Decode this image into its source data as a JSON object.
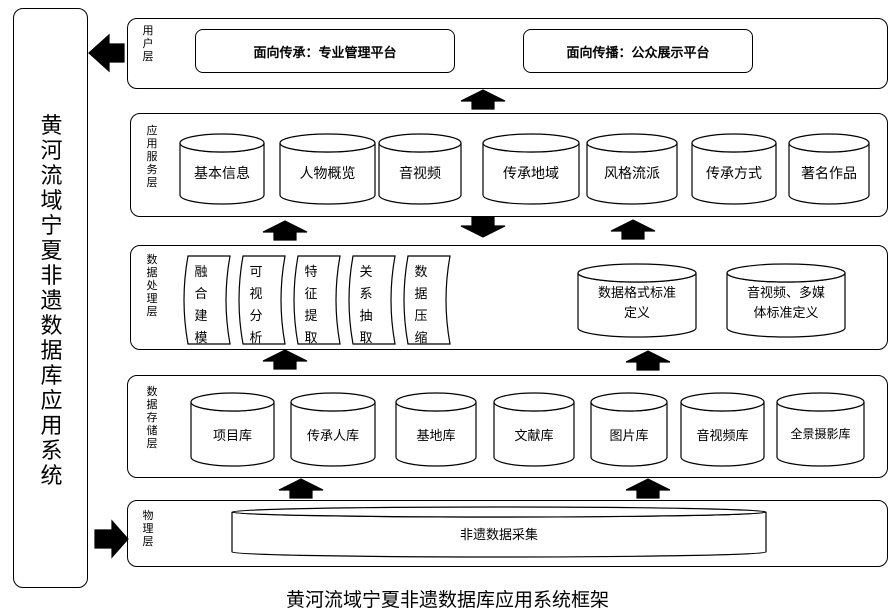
{
  "side_title": [
    "黄",
    "河",
    "流",
    "域",
    "宁",
    "夏",
    "非",
    "遗",
    "数",
    "据",
    "库",
    "应",
    "用",
    "系",
    "统"
  ],
  "layers": {
    "user": {
      "label": [
        "用",
        "户",
        "层"
      ],
      "platforms": [
        "面向传承：专业管理平台",
        "面向传播：公众展示平台"
      ]
    },
    "service": {
      "label": [
        "应",
        "用",
        "服",
        "务",
        "层"
      ],
      "items": [
        "基本信息",
        "人物概览",
        "音视频",
        "传承地域",
        "风格流派",
        "传承方式",
        "著名作品"
      ]
    },
    "processing": {
      "label": [
        "数",
        "据",
        "处",
        "理",
        "层"
      ],
      "methods": [
        [
          "融",
          "合",
          "建",
          "模"
        ],
        [
          "可",
          "视",
          "分",
          "析"
        ],
        [
          "特",
          "征",
          "提",
          "取"
        ],
        [
          "关",
          "系",
          "抽",
          "取"
        ],
        [
          "数",
          "据",
          "压",
          "缩"
        ]
      ],
      "standards": [
        [
          "数据格式标准",
          "定义"
        ],
        [
          "音视频、多媒",
          "体标准定义"
        ]
      ]
    },
    "storage": {
      "label": [
        "数",
        "据",
        "存",
        "储",
        "层"
      ],
      "items": [
        "项目库",
        "传承人库",
        "基地库",
        "文献库",
        "图片库",
        "音视频库",
        "全景摄影库"
      ]
    },
    "physical": {
      "label": [
        "物",
        "理",
        "层"
      ],
      "item": "非遗数据采集"
    }
  },
  "caption": "黄河流域宁夏非遗数据库应用系统框架"
}
